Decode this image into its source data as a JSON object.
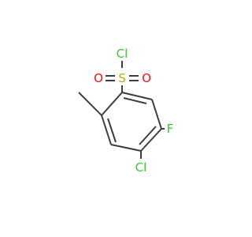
{
  "molecule": {
    "atoms": {
      "cl_sulfonyl": {
        "symbol": "Cl",
        "color": "#33cc33"
      },
      "s": {
        "symbol": "S",
        "color": "#b2b200"
      },
      "o_left": {
        "symbol": "O",
        "color": "#ff0d0d"
      },
      "o_right": {
        "symbol": "O",
        "color": "#ff0d0d"
      },
      "f": {
        "symbol": "F",
        "color": "#33cc33"
      },
      "cl_ring": {
        "symbol": "Cl",
        "color": "#33cc33"
      }
    },
    "bond_color": "#3d3d3d",
    "background_color": "#ffffff"
  }
}
